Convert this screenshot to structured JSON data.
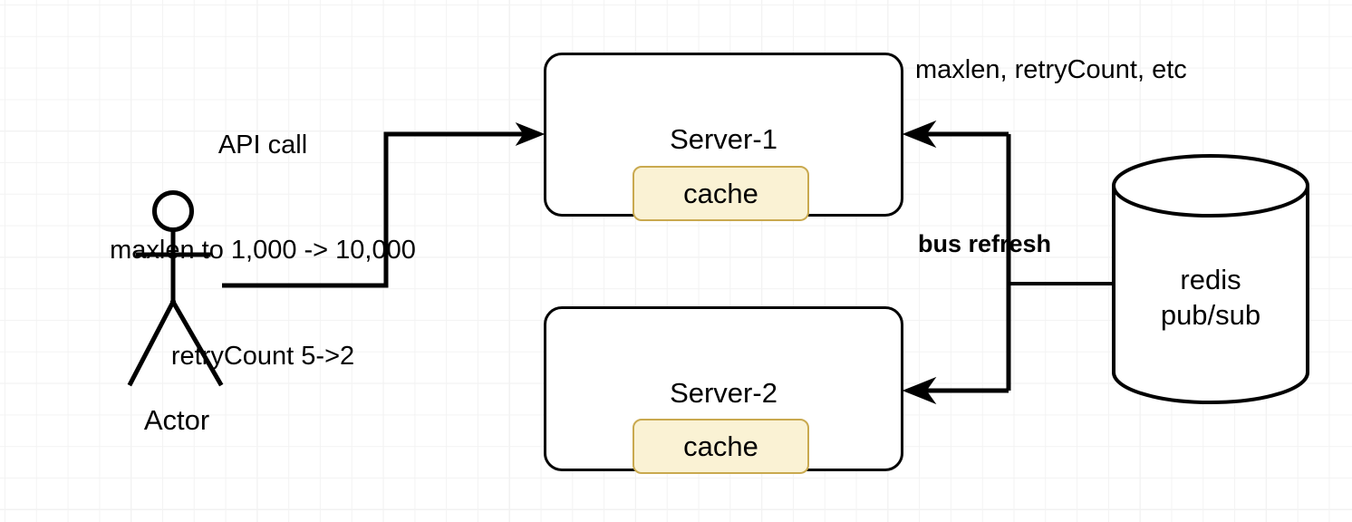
{
  "diagram": {
    "type": "architecture-flow-diagram",
    "background": "grid",
    "colors": {
      "stroke": "#000000",
      "node_fill": "#ffffff",
      "cache_fill": "#faf2d4",
      "cache_stroke": "#c9a94f",
      "grid_minor": "#f3f3f3",
      "grid_major": "#e2e2e2"
    }
  },
  "actor": {
    "label": "Actor",
    "icon": "stick-figure-actor"
  },
  "annotations": {
    "api_call": "API call\nmaxlen to 1,000 -> 10,000\nretryCount 5->2",
    "api_call_lines": [
      "API call",
      "maxlen to 1,000 -> 10,000",
      "retryCount 5->2"
    ],
    "config_keys": "maxlen, retryCount, etc",
    "bus_refresh": "bus refresh"
  },
  "nodes": [
    {
      "id": "server-1",
      "label": "Server-1",
      "child": {
        "id": "cache-1",
        "label": "cache"
      }
    },
    {
      "id": "server-2",
      "label": "Server-2",
      "child": {
        "id": "cache-2",
        "label": "cache"
      }
    },
    {
      "id": "redis",
      "shape": "cylinder",
      "label_lines": [
        "redis",
        "pub/sub"
      ],
      "line1": "redis",
      "line2": "pub/sub"
    }
  ],
  "edges": [
    {
      "id": "actor-to-server-1",
      "from": "Actor",
      "to": "Server-1",
      "arrow": "right"
    },
    {
      "id": "redis-to-server-1",
      "from": "redis pub/sub",
      "to": "Server-1",
      "arrow": "left",
      "label": "bus refresh"
    },
    {
      "id": "redis-to-server-2",
      "from": "redis pub/sub",
      "to": "Server-2",
      "arrow": "left",
      "label": "bus refresh"
    }
  ]
}
